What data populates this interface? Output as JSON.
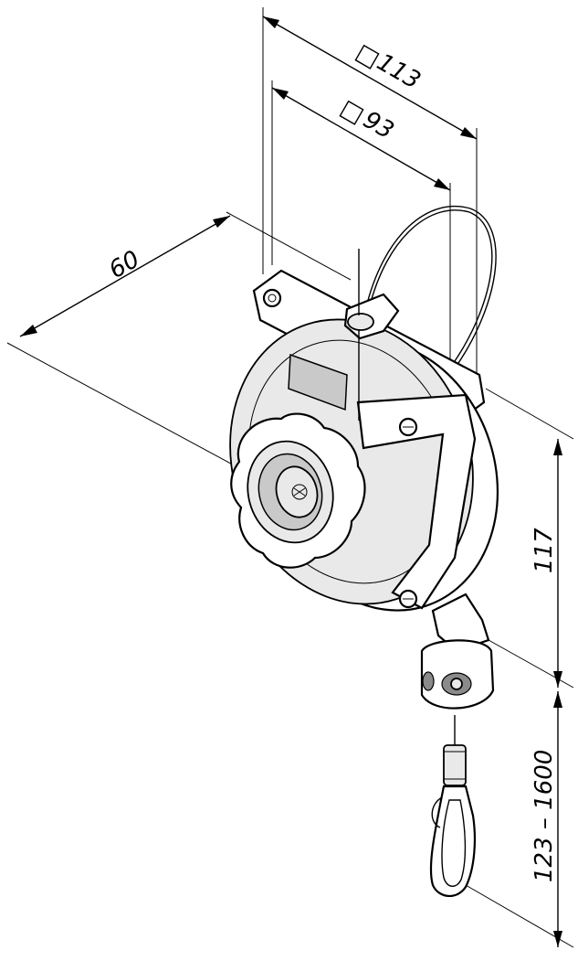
{
  "dimensions": {
    "outer_square": {
      "symbol": "□",
      "value": "113"
    },
    "inner_square": {
      "symbol": "□",
      "value": "93"
    },
    "depth": "60",
    "height": "117",
    "cable_range": "123 – 1600"
  },
  "colors": {
    "line": "#000000",
    "background": "#ffffff",
    "body_light": "#e9e9e9",
    "body_shade": "#c9c9c9"
  }
}
